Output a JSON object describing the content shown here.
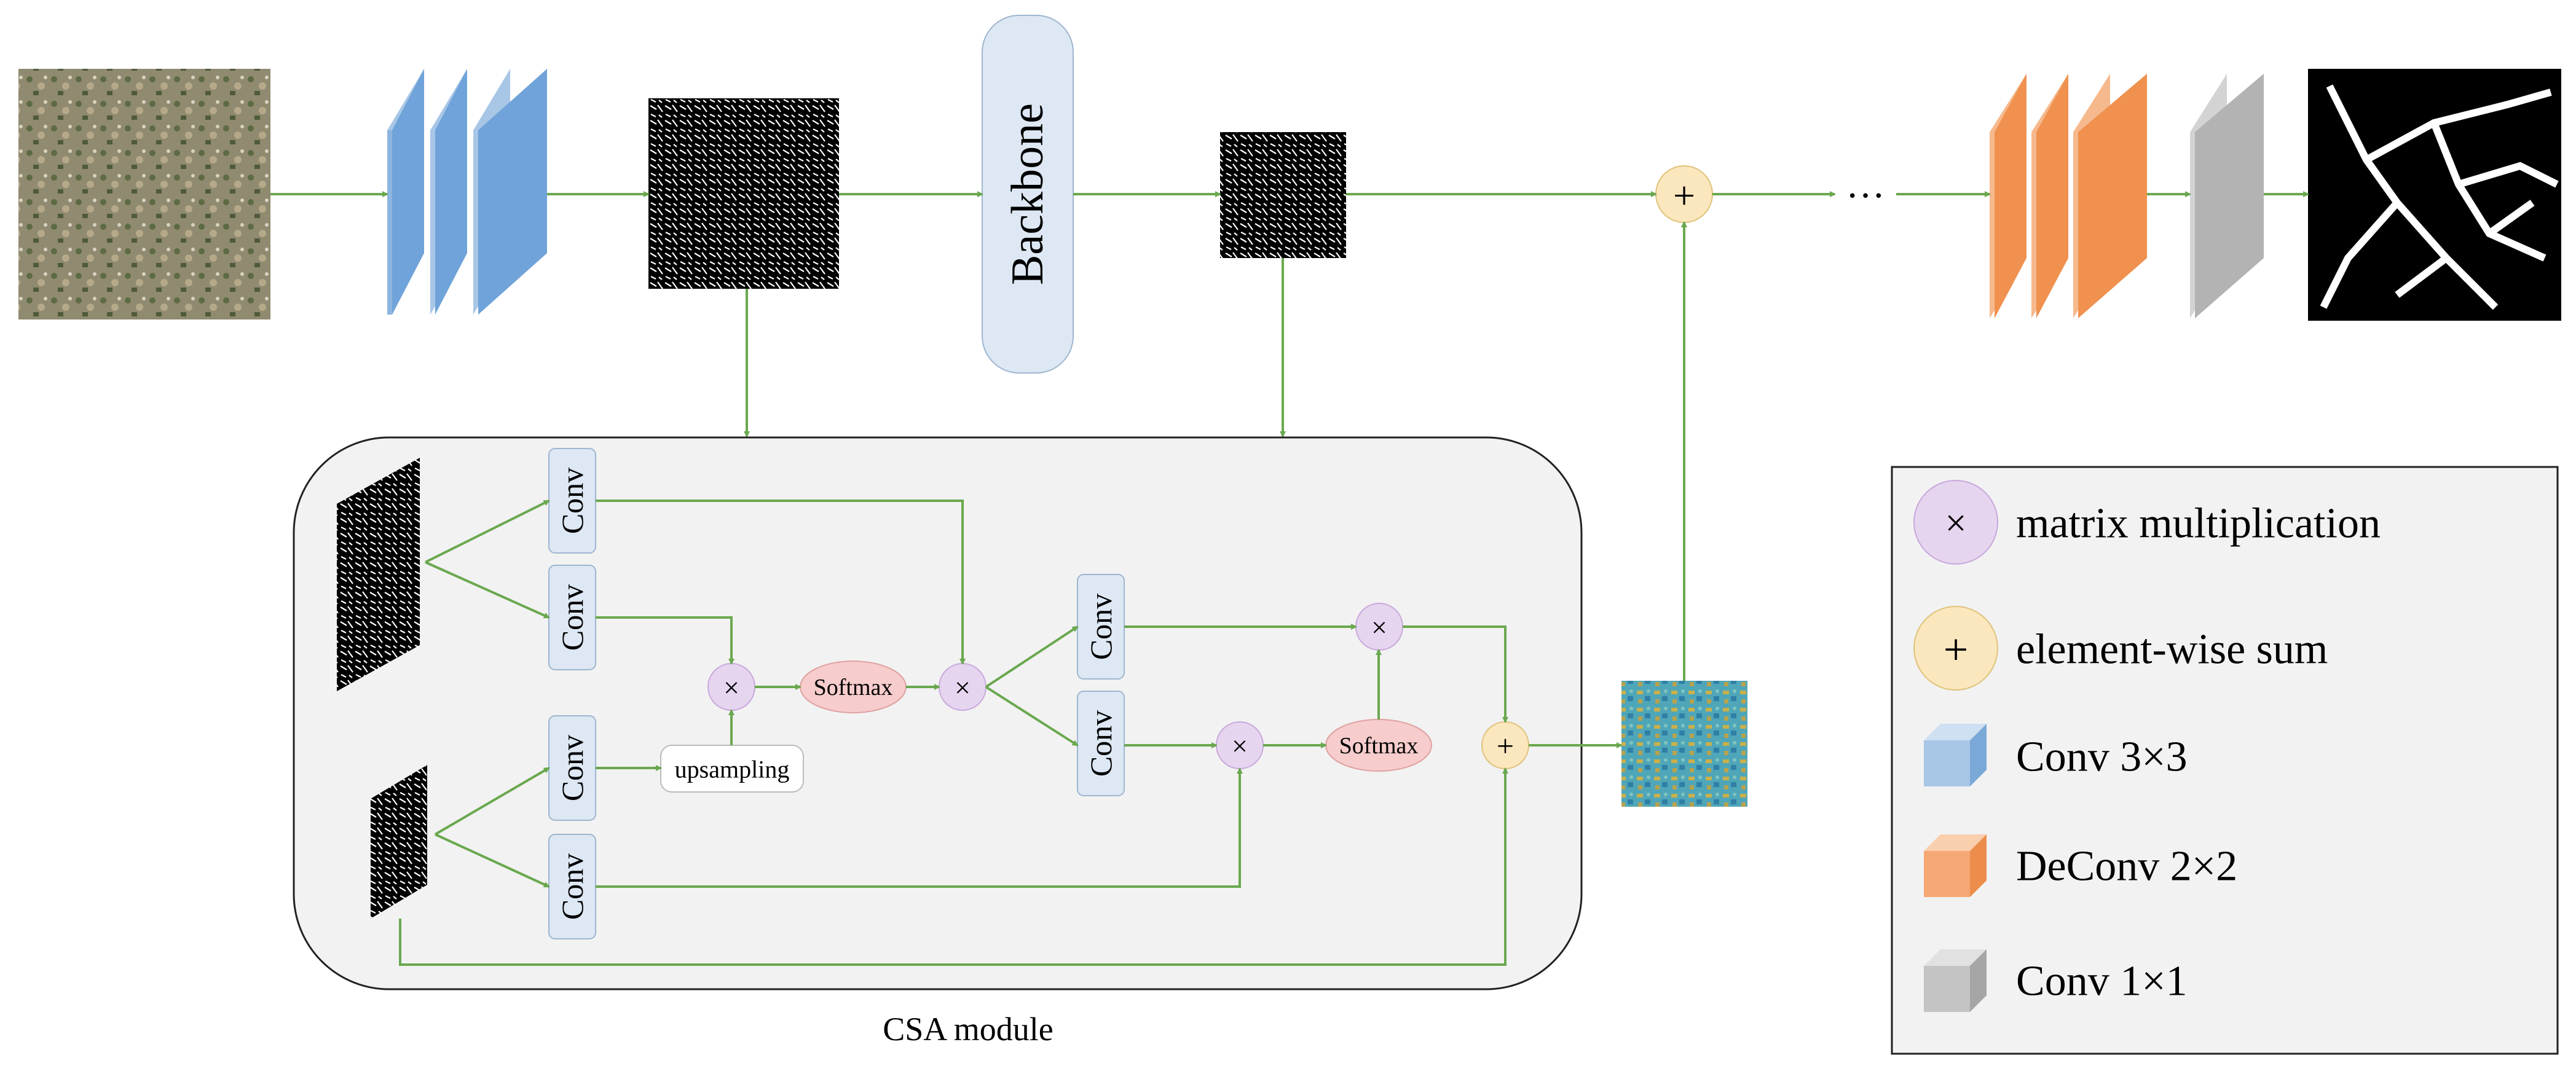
{
  "labels": {
    "backbone": "Backbone",
    "ellipsis": "···",
    "conv": "Conv",
    "softmax": "Softmax",
    "upsampling": "upsampling",
    "module_caption": "CSA module"
  },
  "symbols": {
    "times": "×",
    "plus": "+"
  },
  "legend": {
    "items": [
      {
        "label": "matrix multiplication",
        "icon": "times-circle-icon"
      },
      {
        "label": "element-wise sum",
        "icon": "plus-circle-icon"
      },
      {
        "label": "Conv 3×3",
        "icon": "blue-cube-icon"
      },
      {
        "label": "DeConv 2×2",
        "icon": "orange-cube-icon"
      },
      {
        "label": "Conv 1×1",
        "icon": "gray-cube-icon"
      }
    ]
  },
  "colors": {
    "arrow": "#6aa84f",
    "conv3x3": "#6fa3d9",
    "deconv2x2": "#f0914f",
    "conv1x1": "#b3b3b3",
    "mult_node": "#e6d5ef",
    "sum_node": "#fbe7be",
    "softmax_node": "#f6cccc",
    "conv_box": "#dde8f4",
    "module_bg": "#f2f2f2",
    "legend_bg": "#f2f2f2"
  }
}
